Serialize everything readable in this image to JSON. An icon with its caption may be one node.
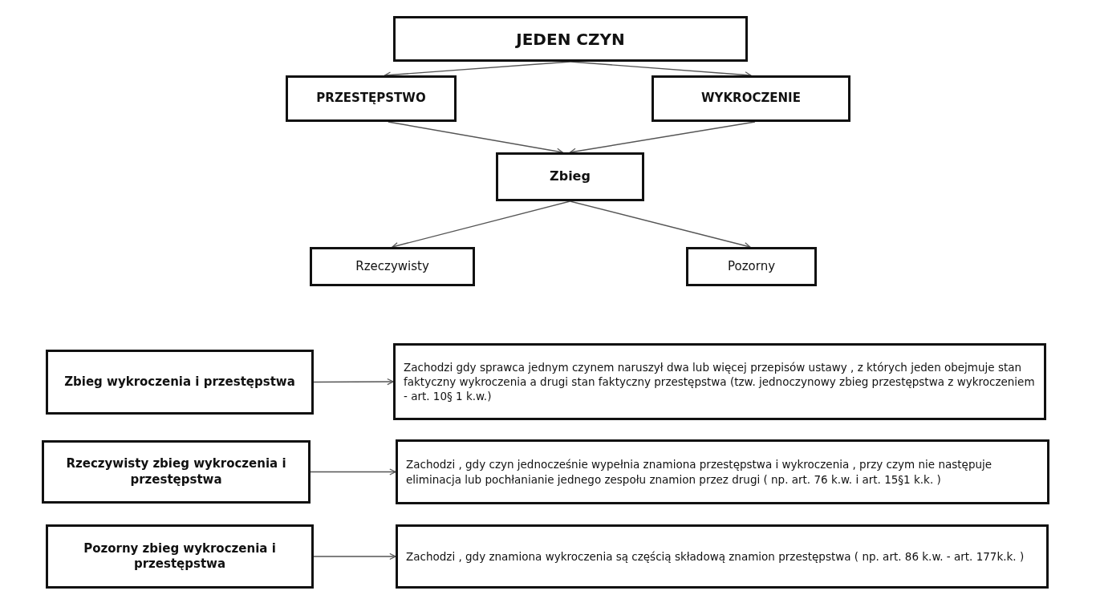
{
  "diagram": {
    "nodes": [
      {
        "text": [
          "JEDEN CZYN"
        ]
      },
      {
        "text": [
          "PRZESTĘPSTWO"
        ]
      },
      {
        "text": [
          "WYKROCZENIE"
        ]
      },
      {
        "text": [
          "Zbieg"
        ]
      },
      {
        "text": [
          "Rzeczywisty"
        ]
      },
      {
        "text": [
          "Pozorny"
        ]
      },
      {
        "text": [
          "Zbieg wykroczenia i przestępstwa"
        ]
      },
      {
        "text": [
          "Zachodzi gdy sprawca jednym czynem naruszył dwa lub więcej przepisów ustawy , z których jeden obejmuje stan faktyczny wykroczenia a drugi stan faktyczny przestępstwa (tzw. jednoczynowy zbieg przestępstwa z wykroczeniem - art. 10§ 1 k.w.)"
        ]
      },
      {
        "text": [
          "Rzeczywisty zbieg wykroczenia i przestępstwa"
        ]
      },
      {
        "text": [
          "Zachodzi , gdy czyn jednocześnie wypełnia znamiona przestępstwa i wykroczenia , przy czym nie następuje eliminacja lub pochłanianie jednego zespołu znamion przez drugi ( np. art. 76 k.w. i art. 15§1 k.k. )"
        ]
      },
      {
        "text": [
          "Pozorny zbieg wykroczenia i przestępstwa"
        ]
      },
      {
        "text": [
          "Zachodzi , gdy znamiona wykroczenia są częścią składową znamion przestępstwa ( np. art. 86 k.w. - art. 177k.k. )"
        ]
      }
    ],
    "edges": [
      {
        "from": 0,
        "to": 1,
        "arrow": "to"
      },
      {
        "from": 0,
        "to": 2,
        "arrow": "to"
      },
      {
        "from": 1,
        "to": 3,
        "arrow": "to"
      },
      {
        "from": 2,
        "to": 3,
        "arrow": "to"
      },
      {
        "from": 3,
        "to": 4,
        "arrow": "to"
      },
      {
        "from": 3,
        "to": 5,
        "arrow": "to"
      },
      {
        "from": 6,
        "to": 7,
        "arrow": "to"
      },
      {
        "from": 8,
        "to": 9,
        "arrow": "to"
      },
      {
        "from": 10,
        "to": 11,
        "arrow": "to"
      }
    ]
  }
}
